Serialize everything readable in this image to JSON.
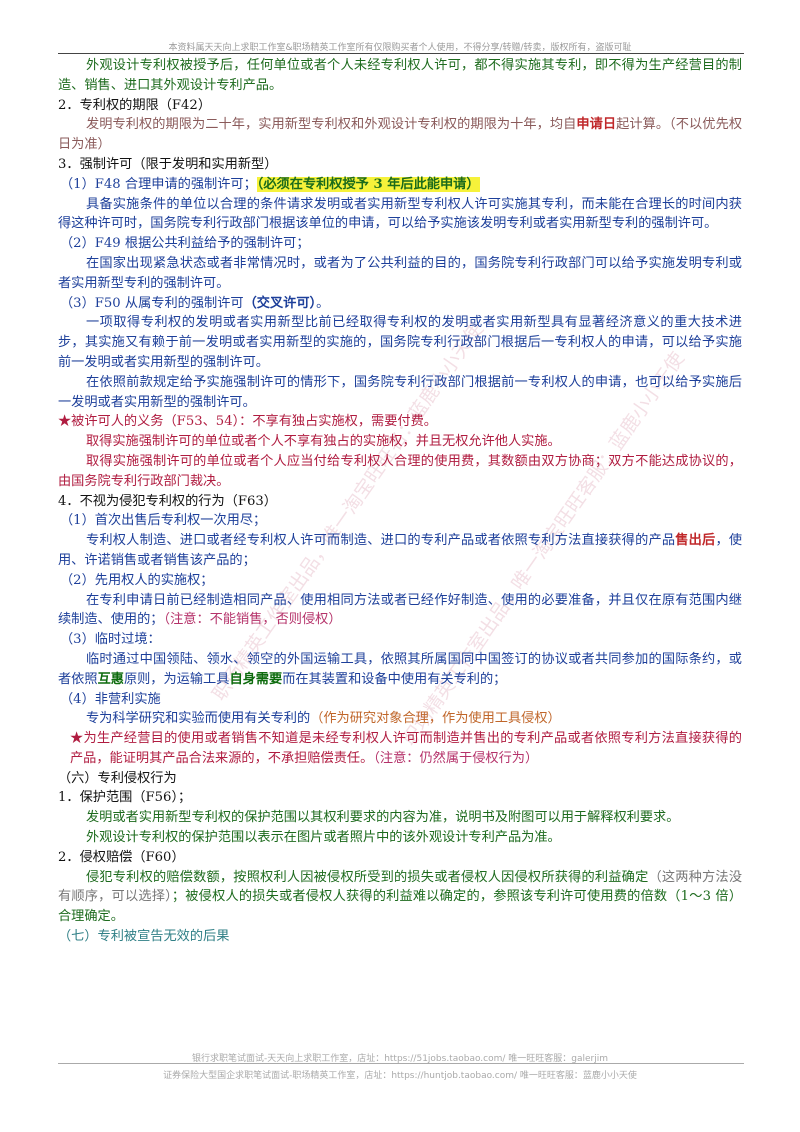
{
  "header": "本资料属天天向上求职工作室&职场精英工作室所有仅限购买者个人使用，不得分享/转赠/转卖，版权所有，盗版可耻",
  "watermarks": [
    "职场精英工作室出品，唯一淘宝旺旺名：蓝鹿小小天使",
    "职场精英工作室出品，唯一淘宝旺旺客服：蓝鹿小小天使"
  ],
  "lines": {
    "l1": "外观设计专利权被授予后，任何单位或者个人未经专利权人许可，都不得实施其专利，即不得为生产经营目的制造、销售、进口其外观设计专利产品。",
    "h2": "2．专利权的期限（F42）",
    "l2a": "发明专利权的期限为二十年，实用新型专利权和外观设计专利权的期限为十年，均自",
    "l2b": "申请日",
    "l2c": "起计算。（不以优先权日为准）",
    "h3": "3．强制许可（限于发明和实用新型）",
    "s1a": "（1）F48 合理申请的强制许可；",
    "s1b": "（必须在专利权授予 3 年后此能申请）",
    "p1": "具备实施条件的单位以合理的条件请求发明或者实用新型专利权人许可实施其专利，而未能在合理长的时间内获得这种许可时，国务院专利行政部门根据该单位的申请，可以给予实施该发明专利或者实用新型专利的强制许可。",
    "s2": "（2）F49 根据公共利益给予的强制许可；",
    "p2": "在国家出现紧急状态或者非常情况时，或者为了公共利益的目的，国务院专利行政部门可以给予实施发明专利或者实用新型专利的强制许可。",
    "s3a": "（3）F50 从属专利的强制许可",
    "s3b": "（交叉许可）",
    "s3c": "。",
    "p3": "一项取得专利权的发明或者实用新型比前已经取得专利权的发明或者实用新型具有显著经济意义的重大技术进步，其实施又有赖于前一发明或者实用新型的实施的，国务院专利行政部门根据后一专利权人的申请，可以给予实施前一发明或者实用新型的强制许可。",
    "p4": "在依照前款规定给予实施强制许可的情形下，国务院专利行政部门根据前一专利权人的申请，也可以给予实施后一发明或者实用新型的强制许可。",
    "star1": "★被许可人的义务（F53、54）：不享有独占实施权，需要付费。",
    "p5": "取得实施强制许可的单位或者个人不享有独占的实施权，并且无权允许他人实施。",
    "p6": "取得实施强制许可的单位或者个人应当付给专利权人合理的使用费，其数额由双方协商；双方不能达成协议的，由国务院专利行政部门裁决。",
    "h4": "4．不视为侵犯专利权的行为（F63）",
    "t1": "（1）首次出售后专利权一次用尽；",
    "p7a": "专利权人制造、进口或者经专利权人许可而制造、进口的专利产品或者依照专利方法直接获得的产品",
    "p7b": "售出后",
    "p7c": "，使用、许诺销售或者销售该产品的；",
    "t2": "（2）先用权人的实施权；",
    "p8a": "在专利申请日前已经制造相同产品、使用相同方法或者已经作好制造、使用的必要准备，并且仅在原有范围内继续制造、使用的；",
    "p8b": "（注意：不能销售，否则侵权）",
    "t3": "（3）临时过境：",
    "p9a": "临时通过中国领陆、领水、领空的外国运输工具，依照其所属国同中国签订的协议或者共同参加的国际条约，或者依照",
    "p9b": "互惠",
    "p9c": "原则，为运输工具",
    "p9d": "自身需要",
    "p9e": "而在其装置和设备中使用有关专利的；",
    "t4": "（4）非营利实施",
    "p10a": "专为科学研究和实验而使用有关专利的",
    "p10b": "（作为研究对象合理，作为使用工具侵权）",
    "star2a": "★为生产经营目的使用或者销售不知道是未经专利权人许可而制造并售出的专利产品或者依照专利方法直接获得的产品，能证明其产品合法来源的，不承担赔偿责任。",
    "star2b": "（注意：仍然属于侵权行为）",
    "h6": "（六）专利侵权行为",
    "h61": "1．保护范围（F56）；",
    "p11": "发明或者实用新型专利权的保护范围以其权利要求的内容为准，说明书及附图可以用于解释权利要求。",
    "p12": "外观设计专利权的保护范围以表示在图片或者照片中的该外观设计专利产品为准。",
    "h62": "2．侵权赔偿（F60）",
    "p13a": "侵犯专利权的赔偿数额，按照权利人因被侵权所受到的损失或者侵权人因侵权所获得的利益确定",
    "p13b": "（这两种方法没有顺序，可以选择）",
    "p13c": "；被侵权人的损失或者侵权人获得的利益难以确定的，参照该专利许可使用费的倍数（1～3 倍）合理确定。",
    "h7": "（七）专利被宣告无效的后果"
  },
  "footer": {
    "line1": "银行求职笔试面试-天天向上求职工作室，店址：https://51jobs.taobao.com/ 唯一旺旺客服：galerjim",
    "line2": "证券保险大型国企求职笔试面试-职场精英工作室，店址：https://huntjob.taobao.com/ 唯一旺旺客服：蓝鹿小小天使"
  }
}
